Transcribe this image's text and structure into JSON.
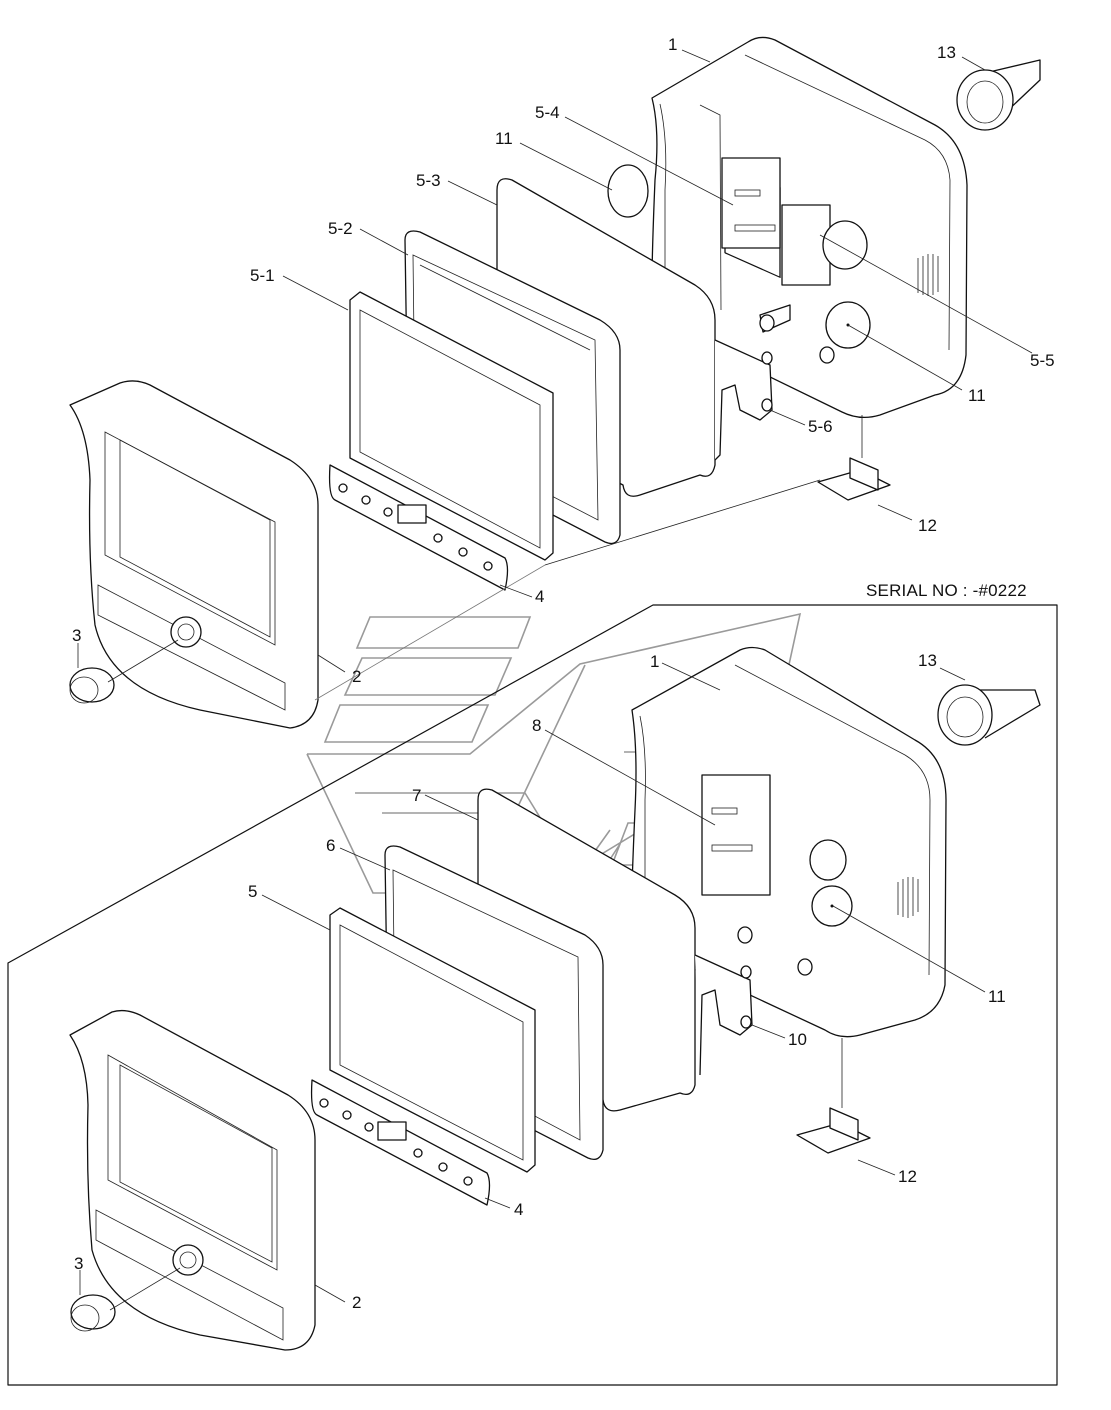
{
  "diagram": {
    "type": "exploded-parts-view",
    "subject": "Monitor / display unit assembly",
    "serial_note": "SERIAL NO : -#0222",
    "upper_assembly": {
      "callouts": [
        {
          "id": "1",
          "label": "1",
          "part": "rear housing"
        },
        {
          "id": "13",
          "label": "13",
          "part": "connector grommet"
        },
        {
          "id": "5-4",
          "label": "5-4",
          "part": "circuit board"
        },
        {
          "id": "11a",
          "label": "11",
          "part": "speaker cover (loose)"
        },
        {
          "id": "5-3",
          "label": "5-3",
          "part": "back plate"
        },
        {
          "id": "5-2",
          "label": "5-2",
          "part": "LCD bracket frame"
        },
        {
          "id": "5-1",
          "label": "5-1",
          "part": "LCD panel"
        },
        {
          "id": "5-5",
          "label": "5-5",
          "part": "sub board"
        },
        {
          "id": "11b",
          "label": "11",
          "part": "speaker"
        },
        {
          "id": "5-6",
          "label": "5-6",
          "part": "mounting plate"
        },
        {
          "id": "12",
          "label": "12",
          "part": "mount clip"
        },
        {
          "id": "4",
          "label": "4",
          "part": "switch board"
        },
        {
          "id": "3",
          "label": "3",
          "part": "rotary knob"
        },
        {
          "id": "2",
          "label": "2",
          "part": "front bezel"
        }
      ]
    },
    "lower_assembly": {
      "callouts": [
        {
          "id": "1",
          "label": "1",
          "part": "rear housing"
        },
        {
          "id": "13",
          "label": "13",
          "part": "connector grommet"
        },
        {
          "id": "8",
          "label": "8",
          "part": "circuit board"
        },
        {
          "id": "7",
          "label": "7",
          "part": "back plate"
        },
        {
          "id": "6",
          "label": "6",
          "part": "LCD bracket frame"
        },
        {
          "id": "5",
          "label": "5",
          "part": "LCD panel"
        },
        {
          "id": "11",
          "label": "11",
          "part": "speaker"
        },
        {
          "id": "10",
          "label": "10",
          "part": "mounting plate"
        },
        {
          "id": "12",
          "label": "12",
          "part": "mount clip"
        },
        {
          "id": "4",
          "label": "4",
          "part": "switch board"
        },
        {
          "id": "3",
          "label": "3",
          "part": "rotary knob"
        },
        {
          "id": "2",
          "label": "2",
          "part": "front bezel"
        }
      ]
    }
  }
}
